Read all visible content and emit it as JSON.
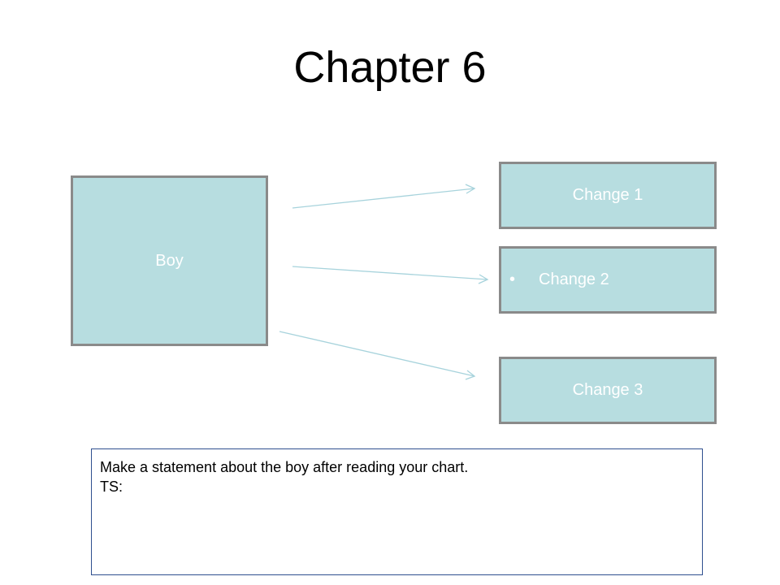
{
  "slide": {
    "title": "Chapter 6"
  },
  "diagram": {
    "source_box": {
      "label": "Boy"
    },
    "change_boxes": [
      {
        "label": "Change 1"
      },
      {
        "label": "Change 2",
        "bullet": "•"
      },
      {
        "label": "Change 3"
      }
    ],
    "colors": {
      "box_fill": "#b7dde0",
      "box_border": "#8a8a8a",
      "arrow": "#a7d3dc"
    }
  },
  "statement_box": {
    "line1": "Make a statement about the boy after reading your chart.",
    "line2": "TS:"
  }
}
